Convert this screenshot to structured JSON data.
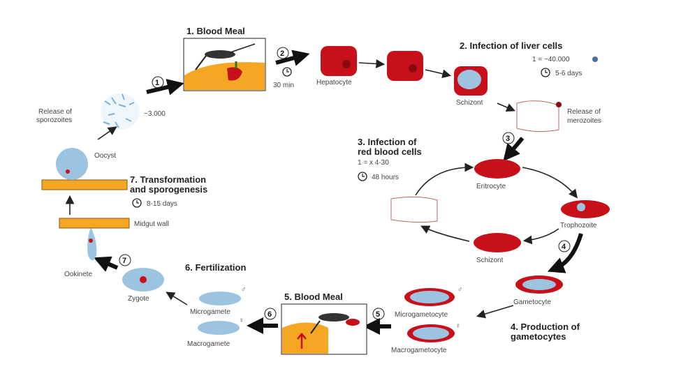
{
  "steps": {
    "s1": {
      "number": "1",
      "title": "1. Blood Meal",
      "time": "30 min"
    },
    "s2": {
      "number": "2",
      "title": "2. Infection of liver cells",
      "ratio": "1 = ~40.000",
      "time": "5-6 days"
    },
    "s3": {
      "number": "3",
      "title_line1": "3. Infection of",
      "title_line2": "red blood cells",
      "ratio": "1 = x 4-30",
      "time": "48 hours"
    },
    "s4": {
      "number": "4",
      "title_line1": "4. Production of",
      "title_line2": "gametocytes"
    },
    "s5": {
      "number": "5",
      "title": "5. Blood Meal"
    },
    "s6": {
      "number": "6",
      "title": "6. Fertilization"
    },
    "s7": {
      "number": "7",
      "title_line1": "7. Transformation",
      "title_line2": "and sporogenesis",
      "time": "8-15 days"
    }
  },
  "labels": {
    "hepatocyte": "Hepatocyte",
    "liver_schizont": "Schizont",
    "merozoites_line1": "Release of",
    "merozoites_line2": "merozoites",
    "eritrocyte": "Eritrocyte",
    "trophozoite": "Trophozoite",
    "blood_schizont": "Schizont",
    "gametocyte": "Gametocyte",
    "microgametocyte": "Microgametocyte",
    "macrogametocyte": "Macrogametocyte",
    "microgamete": "Microgamete",
    "macrogamete": "Macrogamete",
    "zygote": "Zygote",
    "ookinete": "Ookinete",
    "midgut_wall": "Midgut wall",
    "oocyst": "Oocyst",
    "sporozoites_line1": "Release of",
    "sporozoites_line2": "sporozoites",
    "sporozoite_count": "~3.000",
    "male": "♂",
    "female": "♀"
  },
  "colors": {
    "cell_red": "#c8101a",
    "parasite_blue": "#9cc3e0",
    "blood_meal_bg": "#f5a623"
  }
}
